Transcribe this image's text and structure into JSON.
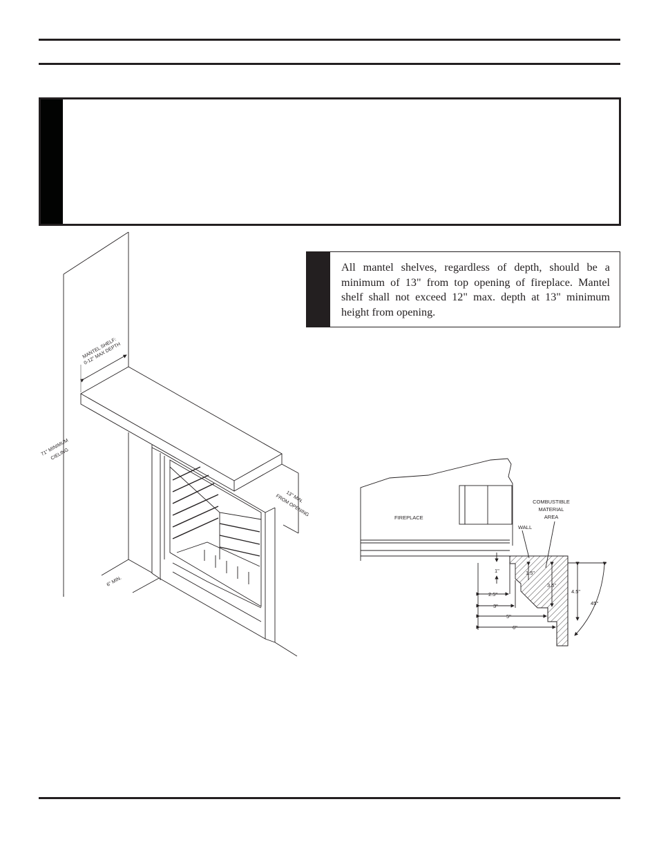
{
  "page": {
    "header_rules": 2,
    "footer_rules": 1
  },
  "warning_box": {
    "text": ""
  },
  "note_box": {
    "text": "All mantel shelves, regardless of depth, should be a minimum of 13\" from top opening of fireplace. Mantel shelf shall not exceed 12\" max. depth at 13\" minimum height from opening."
  },
  "figure_left": {
    "labels": {
      "mantel_shelf_line1": "MANTEL SHELF:",
      "mantel_shelf_line2": "0-12\" MAX DEPTH",
      "ceiling_line1": "71\" MINIMUM",
      "ceiling_line2": "CIELING",
      "opening_line1": "13\" MIN.",
      "opening_line2": "FROM OPENING",
      "side_clearance": "6\" MIN."
    }
  },
  "figure_right": {
    "labels": {
      "fireplace": "FIREPLACE",
      "wall": "WALL",
      "combustible_line1": "COMBUSTIBLE",
      "combustible_line2": "MATERIAL",
      "combustible_line3": "AREA",
      "dim_1": "1\"",
      "dim_1_5": "1.5\"",
      "dim_2_5": "2.5\"",
      "dim_3": "3\"",
      "dim_3_5": "3.5\"",
      "dim_4_5": "4.5\"",
      "dim_5": "5\"",
      "dim_6": "6\"",
      "angle_45": "45°"
    }
  }
}
